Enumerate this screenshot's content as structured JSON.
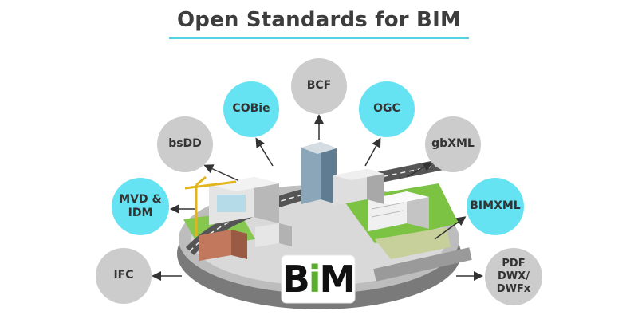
{
  "title": "Open Standards for BIM",
  "nodes": [
    {
      "id": "bcf",
      "label": "BCF",
      "color": "#cccccc"
    },
    {
      "id": "cobie",
      "label": "COBie",
      "color": "#66e3f3"
    },
    {
      "id": "ogc",
      "label": "OGC",
      "color": "#66e3f3"
    },
    {
      "id": "bsdd",
      "label": "bsDD",
      "color": "#cccccc"
    },
    {
      "id": "gbxml",
      "label": "gbXML",
      "color": "#cccccc"
    },
    {
      "id": "mvd",
      "label": "MVD &\nIDM",
      "color": "#66e3f3"
    },
    {
      "id": "bimxml",
      "label": "BIMXML",
      "color": "#66e3f3"
    },
    {
      "id": "ifc",
      "label": "IFC",
      "color": "#cccccc"
    },
    {
      "id": "pdf",
      "label": "PDF\nDWX/\nDWFx",
      "color": "#cccccc"
    }
  ],
  "center_logo": {
    "text_b": "B",
    "text_i": "i",
    "text_m": "M"
  },
  "colors": {
    "accent": "#4fd3e7",
    "gray_node": "#cccccc",
    "cyan_node": "#66e3f3",
    "logo_green": "#5aad2e"
  }
}
